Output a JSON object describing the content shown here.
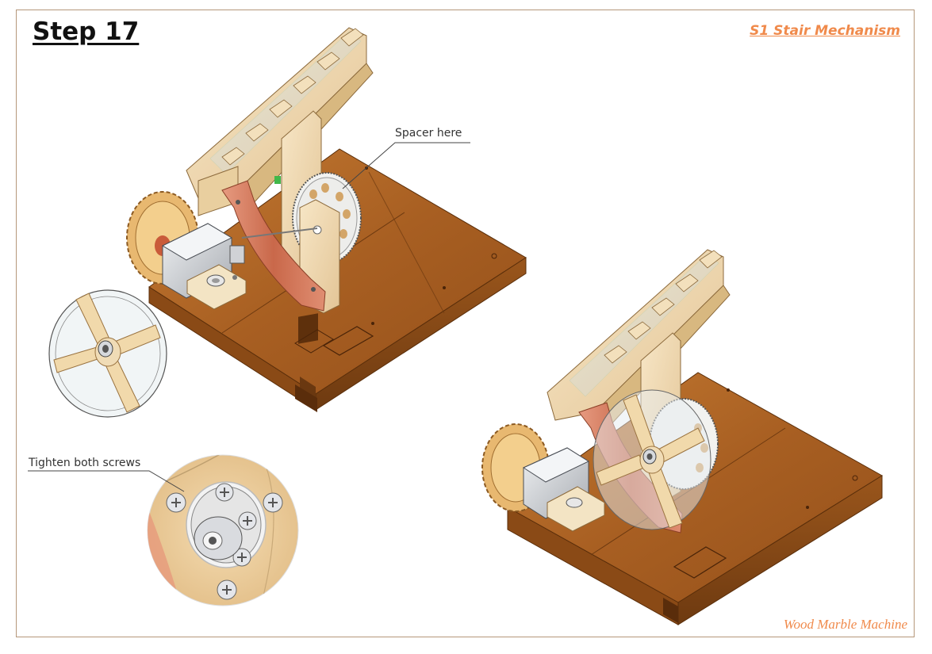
{
  "header": {
    "step_title": "Step 17",
    "section_title": "S1 Stair Mechanism"
  },
  "callouts": {
    "spacer": "Spacer here",
    "tighten": "Tighten both screws"
  },
  "footer": {
    "brand": "Wood Marble Machine"
  },
  "colors": {
    "accent": "#f08a4b",
    "frame": "#b5977a",
    "wood_base": "#b06a2a",
    "wood_light": "#f0dcb8",
    "copper": "#d4785a",
    "motor": "#c8cbd0"
  },
  "icons": [
    "wooden-base",
    "stair-rail",
    "spur-gear",
    "large-gear",
    "motor",
    "copper-arm",
    "spoked-wheel",
    "hub",
    "screw"
  ]
}
